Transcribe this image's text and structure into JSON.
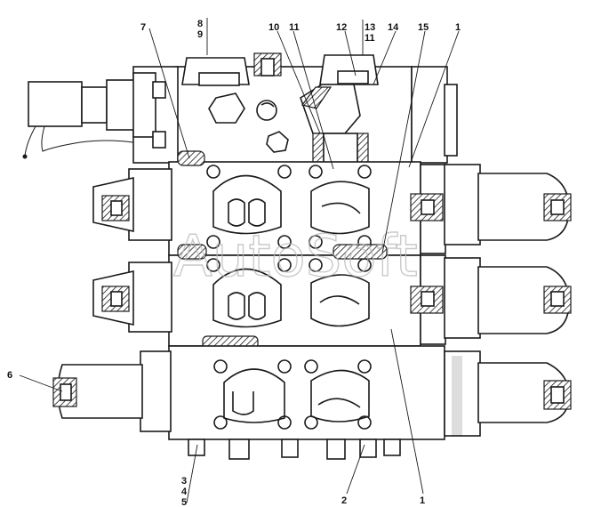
{
  "labels": {
    "l8": "8",
    "l9": "9",
    "l7": "7",
    "l10": "10",
    "l11": "11",
    "l12": "12",
    "l13": "13",
    "l11b": "11",
    "l14": "14",
    "l15": "15",
    "l1a": "1",
    "l6": "6",
    "l3": "3",
    "l4": "4",
    "l5": "5",
    "l2": "2",
    "l1b": "1"
  },
  "watermark": "AutoSoft"
}
